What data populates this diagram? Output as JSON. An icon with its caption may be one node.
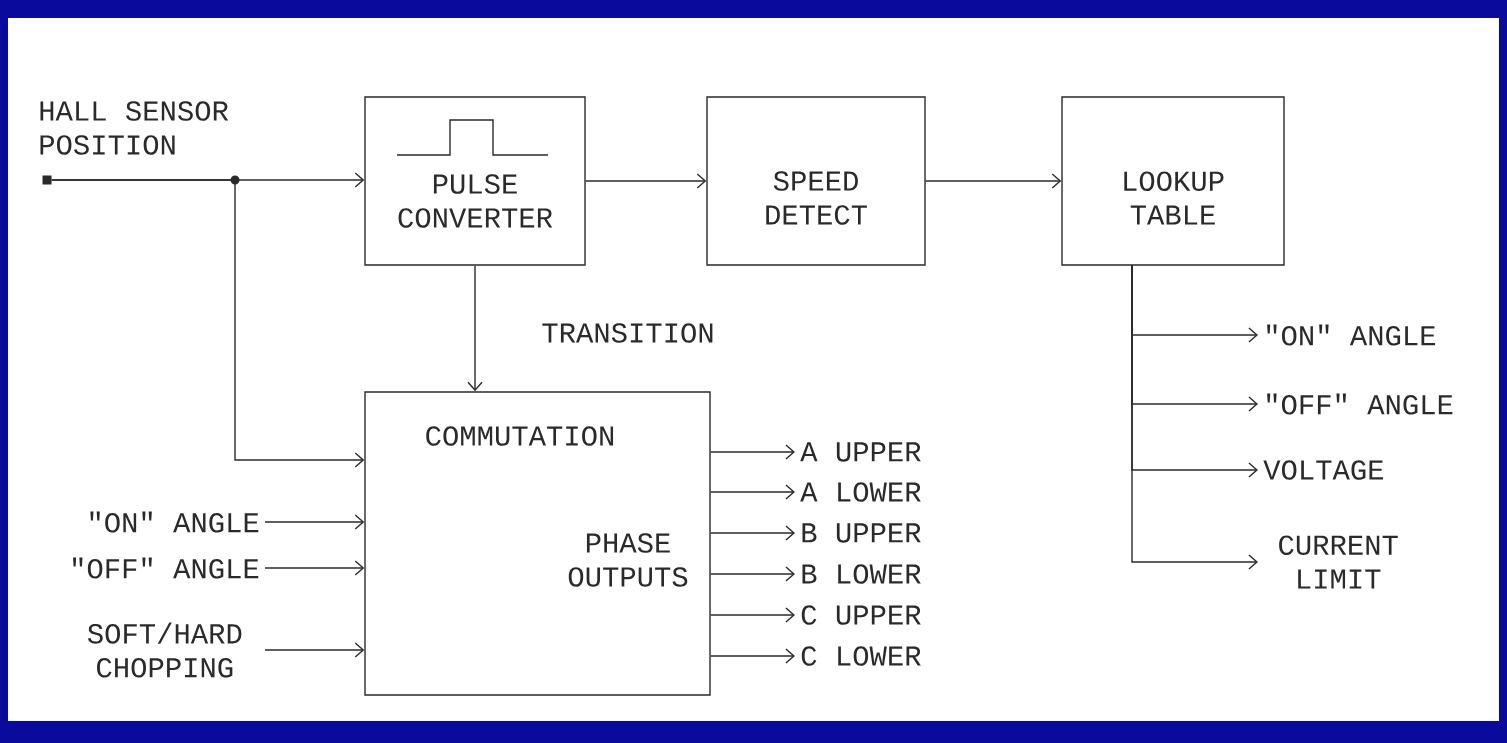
{
  "diagram": {
    "nodes": [
      {
        "text": [],
        "shape": "box",
        "beside": [
          "HALL SENSOR POSITION"
        ]
      },
      {
        "text": [
          "PULSE CONVERTER"
        ]
      },
      {
        "text": [
          "SPEED DETECT"
        ]
      },
      {
        "text": [
          "LOOKUP TABLE"
        ]
      },
      {
        "text": [
          "COMMUTATION",
          "PHASE OUTPUTS"
        ]
      },
      {
        "text": [
          "\"ON\" ANGLE"
        ]
      },
      {
        "text": [
          "\"OFF\" ANGLE"
        ]
      },
      {
        "text": [
          "SOFT/HARD CHOPPING"
        ]
      },
      {
        "text": [
          "A UPPER"
        ]
      },
      {
        "text": [
          "A LOWER"
        ]
      },
      {
        "text": [
          "B UPPER"
        ]
      },
      {
        "text": [
          "B LOWER"
        ]
      },
      {
        "text": [
          "C UPPER"
        ]
      },
      {
        "text": [
          "C LOWER"
        ]
      },
      {
        "text": [
          "\"ON\" ANGLE"
        ]
      },
      {
        "text": [
          "\"OFF\" ANGLE"
        ]
      },
      {
        "text": [
          "VOLTAGE"
        ]
      },
      {
        "text": [
          "CURRENT LIMIT"
        ]
      }
    ],
    "edges": [
      {
        "from": 0,
        "to": 1,
        "arrow": "to"
      },
      {
        "from": 0,
        "to": 4,
        "arrow": "to"
      },
      {
        "from": 1,
        "to": 2,
        "arrow": "to"
      },
      {
        "from": 2,
        "to": 3,
        "arrow": "to"
      },
      {
        "from": 1,
        "to": 4,
        "arrow": "to",
        "label": "TRANSITION"
      },
      {
        "from": 5,
        "to": 4,
        "arrow": "to"
      },
      {
        "from": 6,
        "to": 4,
        "arrow": "to"
      },
      {
        "from": 7,
        "to": 4,
        "arrow": "to"
      },
      {
        "from": 4,
        "to": 8,
        "arrow": "to"
      },
      {
        "from": 4,
        "to": 9,
        "arrow": "to"
      },
      {
        "from": 4,
        "to": 10,
        "arrow": "to"
      },
      {
        "from": 4,
        "to": 11,
        "arrow": "to"
      },
      {
        "from": 4,
        "to": 12,
        "arrow": "to"
      },
      {
        "from": 4,
        "to": 13,
        "arrow": "to"
      },
      {
        "from": 3,
        "to": 14,
        "arrow": "to"
      },
      {
        "from": 3,
        "to": 15,
        "arrow": "to"
      },
      {
        "from": 3,
        "to": 16,
        "arrow": "to"
      },
      {
        "from": 3,
        "to": 17,
        "arrow": "to"
      }
    ]
  }
}
